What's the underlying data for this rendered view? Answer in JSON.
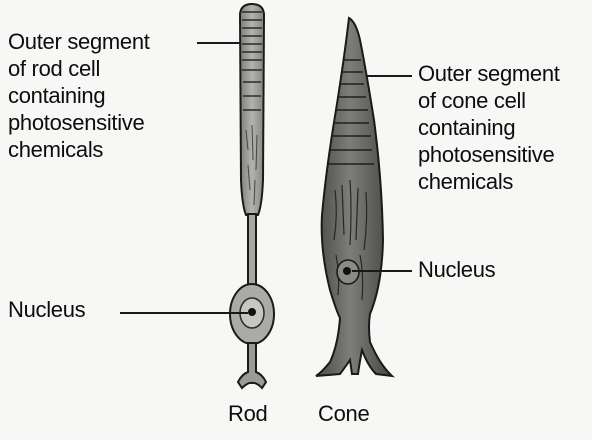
{
  "labels": {
    "rod_outer_segment": "Outer segment\nof rod cell\ncontaining\nphotosensitive\nchemicals",
    "cone_outer_segment": "Outer segment\nof cone cell\ncontaining\nphotosensitive\nchemicals",
    "rod_nucleus": "Nucleus",
    "cone_nucleus": "Nucleus",
    "rod": "Rod",
    "cone": "Cone"
  },
  "colors": {
    "cell_fill": "#9a9a96",
    "cell_dark": "#3e3e3c",
    "outline": "#1a1a1a",
    "nucleus": "#111111",
    "background": "#f7f7f6"
  }
}
